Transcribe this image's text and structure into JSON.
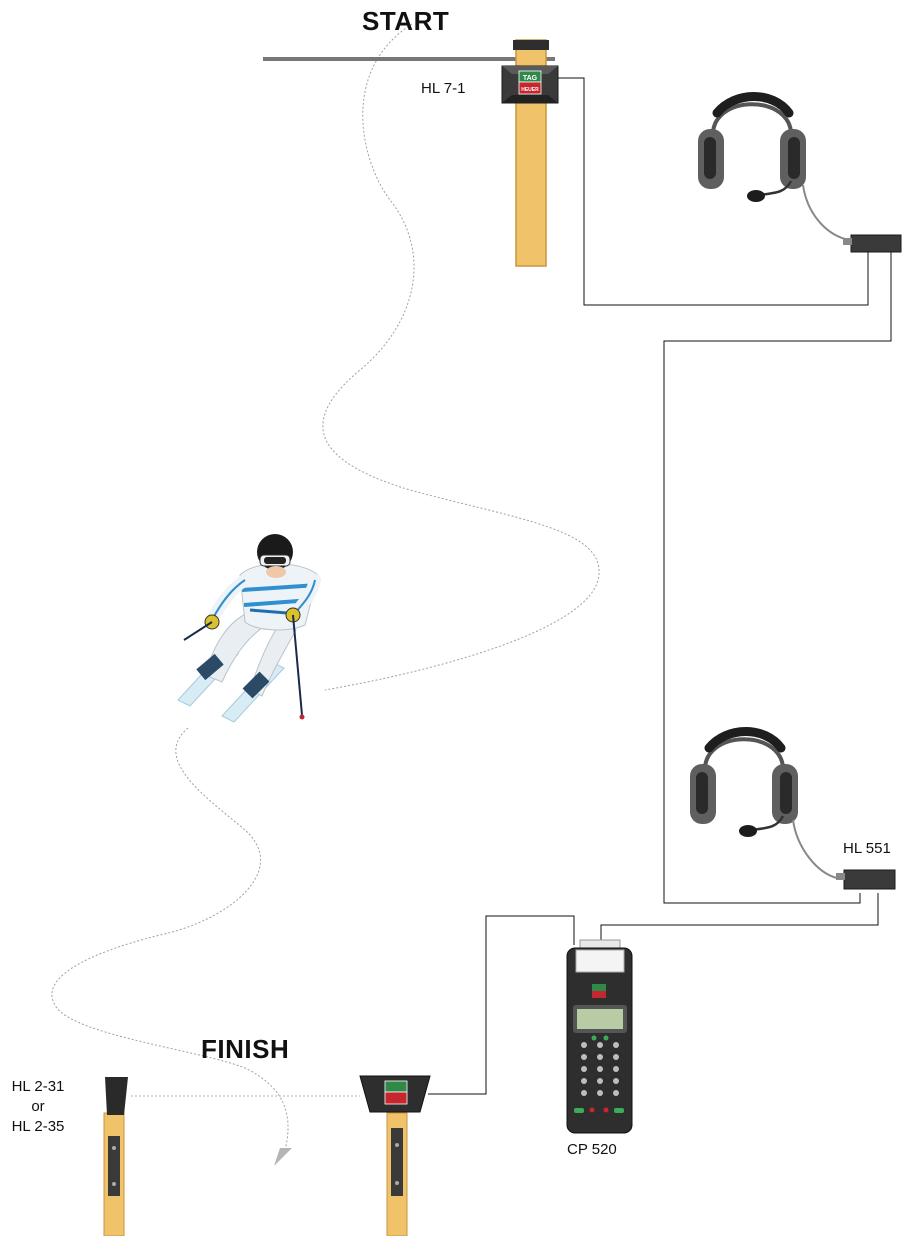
{
  "labels": {
    "start": "START",
    "finish": "FINISH",
    "start_gate": "HL 7-1",
    "headset_box": "HL 551",
    "printer": "CP 520",
    "finish_cell_line1": "HL 2-31",
    "finish_cell_line2": "or",
    "finish_cell_line3": "HL 2-35"
  },
  "brand": {
    "logo_text_top": "TAG",
    "logo_text_bottom": "HEUER"
  },
  "colors": {
    "pole": "#f0c26a",
    "pole_edge": "#c9973d",
    "device_dark": "#2e2e2e",
    "cable": "#111111",
    "course_line": "#9a9a9a",
    "logo_green": "#2f8a4a",
    "logo_red": "#c6262e",
    "skier_blue": "#2f8fd0"
  },
  "icons": [
    "headset-icon",
    "skier-figure",
    "tag-heuer-logo",
    "printer-icon",
    "photocell-icon",
    "start-gate-icon"
  ]
}
